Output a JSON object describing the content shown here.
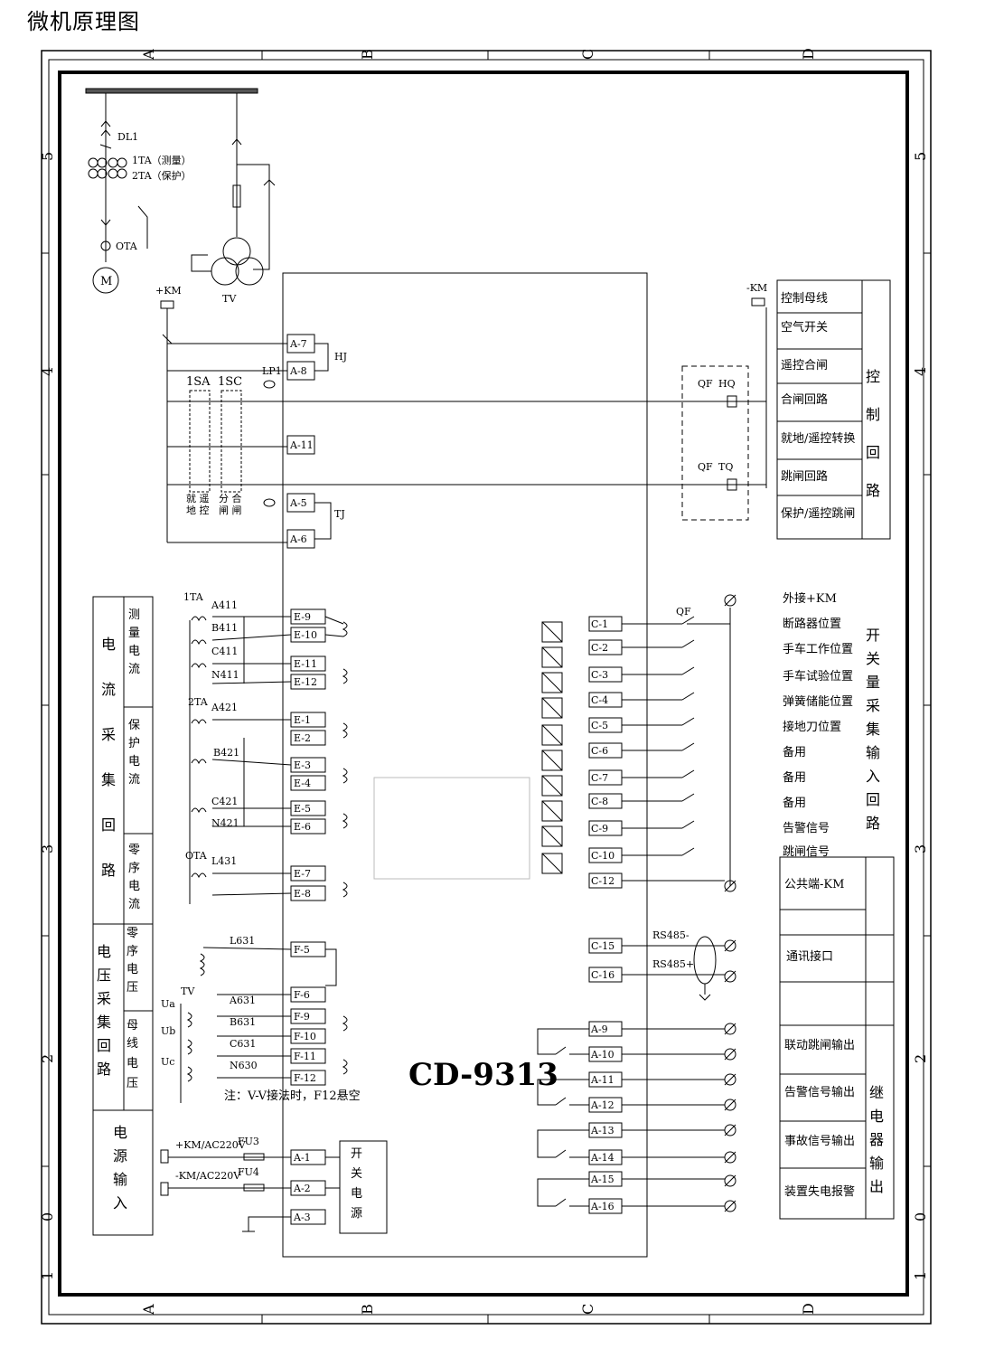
{
  "page_title": "微机原理图",
  "model": "CD-9313",
  "grid_cols": [
    "A",
    "B",
    "C",
    "D"
  ],
  "grid_rows": [
    "5",
    "4",
    "3",
    "2",
    "0",
    "1"
  ],
  "primary": {
    "breaker": "DL1",
    "ct_meas": "1TA（测量）",
    "ct_prot": "2TA（保护）",
    "zero_ct": "OTA",
    "motor": "M",
    "pt": "TV"
  },
  "control_left": {
    "km_plus": "+KM",
    "sa": "1SA",
    "sc": "1SC",
    "lp": "LP1",
    "hj": "HJ",
    "tj": "TJ",
    "sa_note1": "就 遥",
    "sa_note2": "地 控",
    "sc_note1": "分 合",
    "sc_note2": "闸 闸",
    "terminals": [
      "A-7",
      "A-8",
      "A-11",
      "A-5",
      "A-6"
    ]
  },
  "control_right": {
    "km_minus": "-KM",
    "qf": "QF",
    "hq": "HQ",
    "tq": "TQ",
    "rows": [
      "控制母线",
      "空气开关",
      "遥控合闸",
      "合闸回路",
      "就地/遥控转换",
      "跳闸回路",
      "保护/遥控跳闸"
    ],
    "title_chars": [
      "控",
      "制",
      "回",
      "路"
    ]
  },
  "current_section": {
    "title_chars": [
      "电",
      "流",
      "采",
      "集",
      "回",
      "路"
    ],
    "meas_chars": [
      "测",
      "量",
      "电",
      "流"
    ],
    "prot_chars": [
      "保",
      "护",
      "电",
      "流"
    ],
    "zero_chars": [
      "零",
      "序",
      "电",
      "流"
    ],
    "ct1": "1TA",
    "ct2": "2TA",
    "ct0": "OTA",
    "labels": [
      "A411",
      "B411",
      "C411",
      "N411",
      "A421",
      "B421",
      "C421",
      "N421",
      "L431"
    ],
    "terminals": [
      "E-9",
      "E-10",
      "E-11",
      "E-12",
      "E-1",
      "E-2",
      "E-3",
      "E-4",
      "E-5",
      "E-6",
      "E-7",
      "E-8"
    ]
  },
  "voltage_section": {
    "title_chars": [
      "电",
      "压",
      "采",
      "集",
      "回",
      "路"
    ],
    "zero_chars": [
      "零",
      "序",
      "电",
      "压"
    ],
    "bus_chars": [
      "母",
      "线",
      "电",
      "压"
    ],
    "l631": "L631",
    "tv": "TV",
    "ua": "Ua",
    "ub": "Ub",
    "uc": "Uc",
    "labels": [
      "A631",
      "B631",
      "C631",
      "N630"
    ],
    "terminals": [
      "F-5",
      "F-6",
      "F-9",
      "F-10",
      "F-11",
      "F-12"
    ],
    "note": "注：V-V接法时，F12悬空"
  },
  "power_section": {
    "title_chars": [
      "电",
      "源",
      "输",
      "入"
    ],
    "plus": "+KM/AC220V",
    "minus": "-KM/AC220V",
    "fu3": "FU3",
    "fu4": "FU4",
    "terminals": [
      "A-1",
      "A-2",
      "A-3"
    ],
    "psu_chars": [
      "开",
      "关",
      "电",
      "源"
    ]
  },
  "binary_inputs": {
    "qf": "QF",
    "ext": "外接+KM",
    "rows": [
      "断路器位置",
      "手车工作位置",
      "手车试验位置",
      "弹簧储能位置",
      "接地刀位置",
      "备用",
      "备用",
      "备用",
      "告警信号",
      "跳闸信号"
    ],
    "title_chars": [
      "开",
      "关",
      "量",
      "采",
      "集",
      "输",
      "入",
      "回",
      "路"
    ],
    "terminals": [
      "C-1",
      "C-2",
      "C-3",
      "C-4",
      "C-5",
      "C-6",
      "C-7",
      "C-8",
      "C-9",
      "C-10",
      "C-12"
    ],
    "common": "公共端-KM"
  },
  "comm": {
    "rs485m": "RS485-",
    "rs485p": "RS485+",
    "terminals": [
      "C-15",
      "C-16"
    ],
    "label": "通讯接口"
  },
  "relay_out": {
    "terminals": [
      "A-9",
      "A-10",
      "A-11",
      "A-12",
      "A-13",
      "A-14",
      "A-15",
      "A-16"
    ],
    "rows": [
      "联动跳闸输出",
      "告警信号输出",
      "事故信号输出",
      "装置失电报警"
    ],
    "title_chars": [
      "继",
      "电",
      "器",
      "输",
      "出"
    ]
  }
}
